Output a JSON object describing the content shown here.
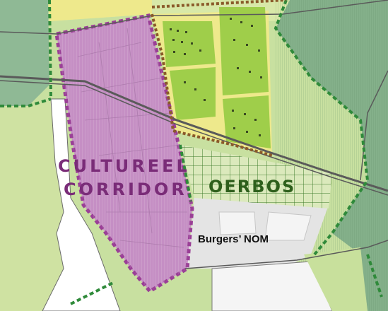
{
  "map": {
    "labels": {
      "corridor_line1": "CULTUREEL",
      "corridor_line2": "CORRIDOR",
      "forest": "OERBOS",
      "business": "Burgers’ NOM"
    },
    "colors": {
      "corridor_fill": "#c58fc4",
      "corridor_border": "#9a3f96",
      "corridor_text": "#7a2c78",
      "forest_text": "#2e5f1c",
      "dark_green": "#7fae83",
      "light_green": "#c2dc96",
      "lime_green": "#9fce4a",
      "pale_yellow": "#eee98c",
      "boundary_green": "#2f8a3a",
      "boundary_brown": "#8a5a2a",
      "road": "#5a5a5a",
      "grid": "#3e7a2a"
    }
  }
}
